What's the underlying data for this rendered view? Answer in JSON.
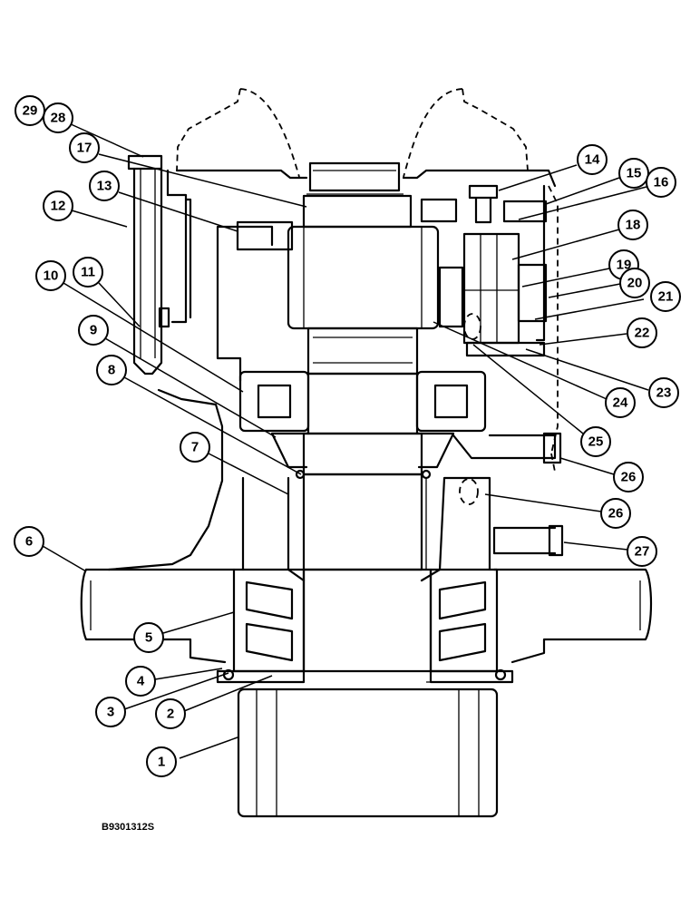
{
  "drawing_code": "B9301312S",
  "callouts": [
    "1",
    "2",
    "3",
    "4",
    "5",
    "6",
    "7",
    "8",
    "9",
    "10",
    "11",
    "12",
    "13",
    "14",
    "15",
    "16",
    "17",
    "18",
    "19",
    "20",
    "21",
    "22",
    "23",
    "24",
    "25",
    "26",
    "26",
    "27",
    "28",
    "29"
  ]
}
